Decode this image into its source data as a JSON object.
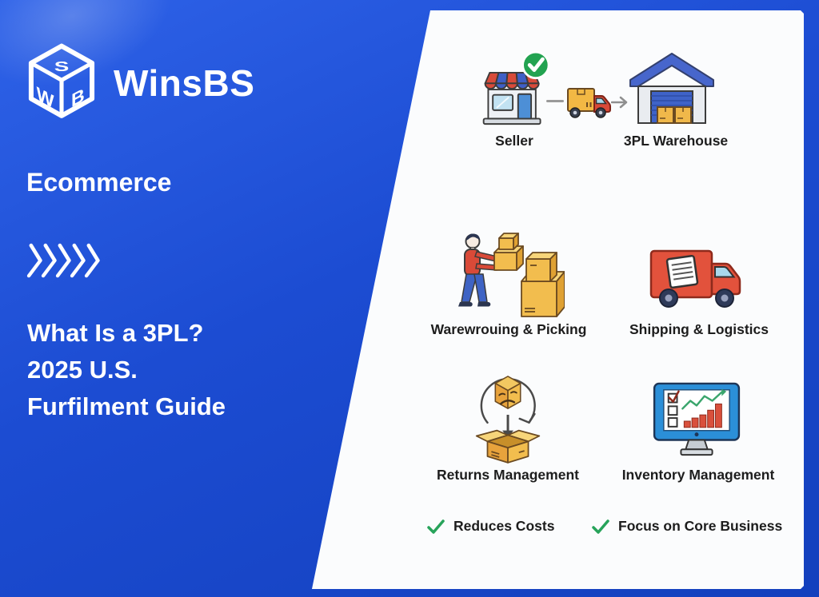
{
  "brand": {
    "name": "WinsBS",
    "tagline": "Ecommerce"
  },
  "headline": {
    "line1": "What Is a 3PL?",
    "line2": "2025 U.S.",
    "line3": "Furfilment Guide"
  },
  "flow": {
    "seller": "Seller",
    "warehouse": "3PL Warehouse"
  },
  "services": [
    {
      "label": "Warewrouing & Picking"
    },
    {
      "label": "Shipping & Logistics"
    },
    {
      "label": "Returns Management"
    },
    {
      "label": "Inventory Management"
    }
  ],
  "benefits": [
    {
      "label": "Reduces Costs"
    },
    {
      "label": "Focus on Core Business"
    }
  ],
  "icons": {
    "logo": "wireframe-cube-letters-swb",
    "chevrons": "five-chevrons-right",
    "seller": "storefront-with-green-check",
    "transfer": "small-delivery-truck-with-arrow",
    "warehouse": "warehouse-building-with-boxes",
    "service_1": "worker-stacking-boxes",
    "service_2": "red-delivery-truck-with-label",
    "service_3": "sad-box-return-cycle-into-open-box",
    "service_4": "monitor-with-checklist-and-bar-chart",
    "benefit_check": "green-checkmark"
  },
  "colors": {
    "brand_blue": "#1c4cd2",
    "brand_blue_light": "#2e62e8",
    "brand_blue_dark": "#1340bd",
    "panel_white": "#fbfcfd",
    "text_dark": "#1d1d1d",
    "success_green": "#27a35a",
    "accent_red": "#e2523c",
    "accent_yellow": "#f2bd4e",
    "accent_blue": "#4766cc",
    "monitor_blue": "#2b8fd8"
  }
}
